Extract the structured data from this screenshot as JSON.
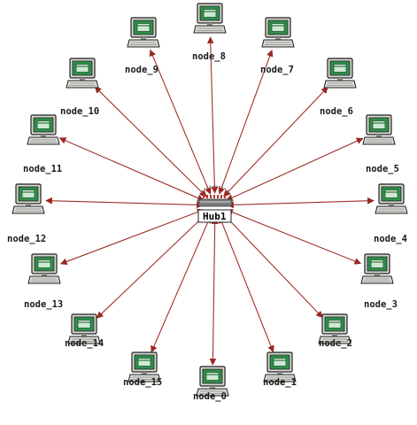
{
  "colors": {
    "link": "#a0302a",
    "arrow": "#9a2622",
    "screen_frame": "#1e1e1e",
    "screen": "#2f8f4a",
    "screen_inner": "#cfe8d4",
    "case": "#d8d8d4",
    "case_shadow": "#8c8c88",
    "hub_body": "#7a7a7a",
    "hub_ports": "#b83a32"
  },
  "hub": {
    "label": "Hub1",
    "icon": "network-hub-icon"
  },
  "nodes": [
    {
      "label": "node_0",
      "icon": "workstation-icon"
    },
    {
      "label": "node_1",
      "icon": "workstation-icon"
    },
    {
      "label": "node_2",
      "icon": "workstation-icon"
    },
    {
      "label": "node_3",
      "icon": "workstation-icon"
    },
    {
      "label": "node_4",
      "icon": "workstation-icon"
    },
    {
      "label": "node_5",
      "icon": "workstation-icon"
    },
    {
      "label": "node_6",
      "icon": "workstation-icon"
    },
    {
      "label": "node_7",
      "icon": "workstation-icon"
    },
    {
      "label": "node_8",
      "icon": "workstation-icon"
    },
    {
      "label": "node_9",
      "icon": "workstation-icon"
    },
    {
      "label": "node_10",
      "icon": "workstation-icon"
    },
    {
      "label": "node_11",
      "icon": "workstation-icon"
    },
    {
      "label": "node_12",
      "icon": "workstation-icon"
    },
    {
      "label": "node_13",
      "icon": "workstation-icon"
    },
    {
      "label": "node_14",
      "icon": "workstation-icon"
    },
    {
      "label": "node_15",
      "icon": "workstation-icon"
    }
  ],
  "edges": [
    {
      "from": "Hub1",
      "to": "node_0"
    },
    {
      "from": "Hub1",
      "to": "node_1"
    },
    {
      "from": "Hub1",
      "to": "node_2"
    },
    {
      "from": "Hub1",
      "to": "node_3"
    },
    {
      "from": "Hub1",
      "to": "node_4"
    },
    {
      "from": "Hub1",
      "to": "node_5"
    },
    {
      "from": "Hub1",
      "to": "node_6"
    },
    {
      "from": "Hub1",
      "to": "node_7"
    },
    {
      "from": "Hub1",
      "to": "node_8"
    },
    {
      "from": "Hub1",
      "to": "node_9"
    },
    {
      "from": "Hub1",
      "to": "node_10"
    },
    {
      "from": "Hub1",
      "to": "node_11"
    },
    {
      "from": "Hub1",
      "to": "node_12"
    },
    {
      "from": "Hub1",
      "to": "node_13"
    },
    {
      "from": "Hub1",
      "to": "node_14"
    },
    {
      "from": "Hub1",
      "to": "node_15"
    }
  ]
}
